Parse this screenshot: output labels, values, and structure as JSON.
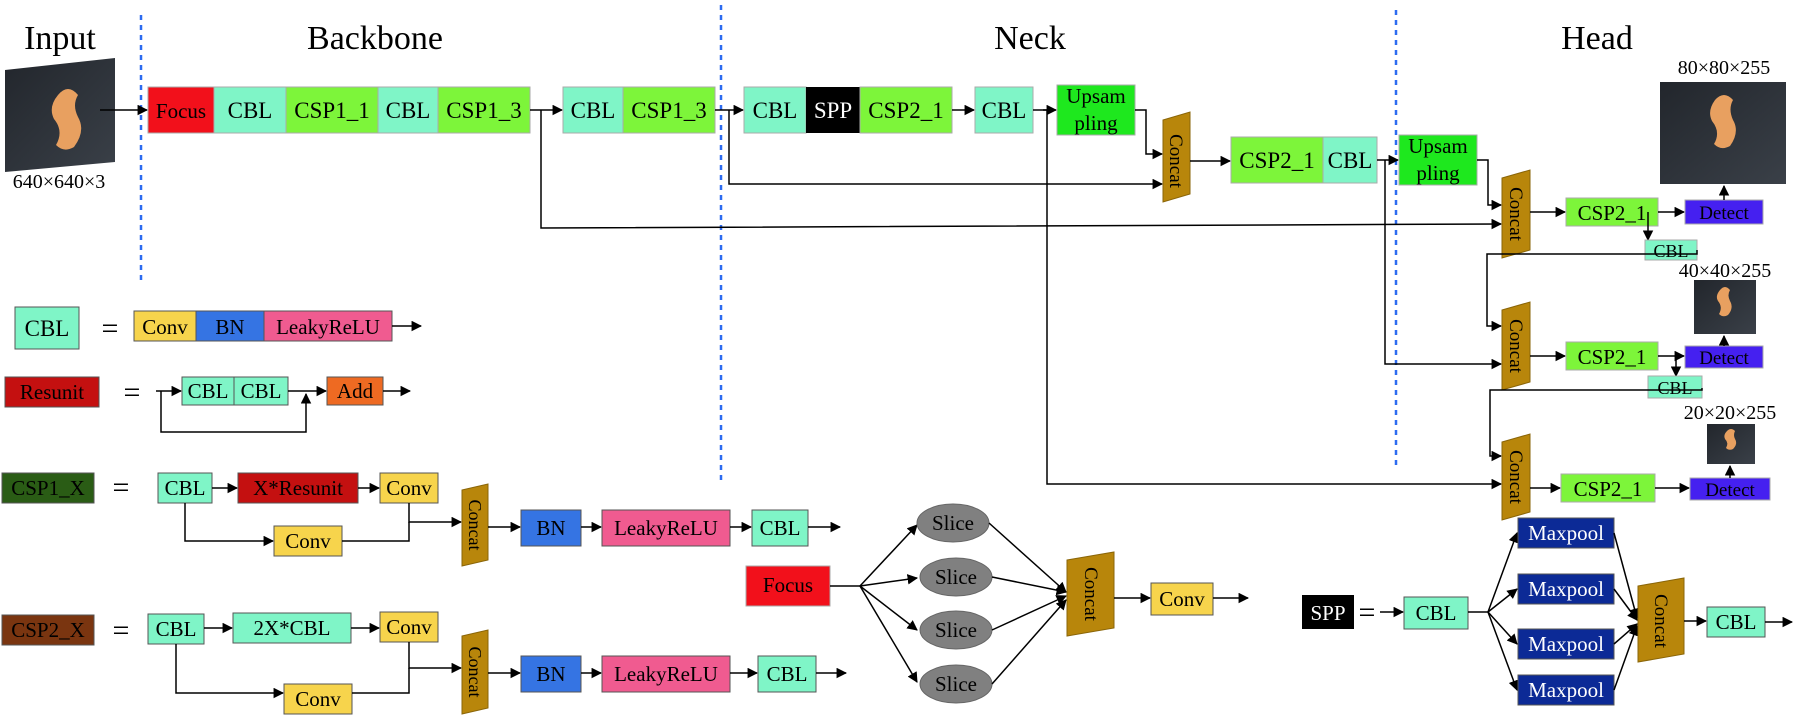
{
  "sections": {
    "input": "Input",
    "backbone": "Backbone",
    "neck": "Neck",
    "head": "Head"
  },
  "input_size": "640×640×3",
  "labels": {
    "focus": "Focus",
    "cbl": "CBL",
    "csp1_1": "CSP1_1",
    "csp1_3": "CSP1_3",
    "spp": "SPP",
    "csp2_1": "CSP2_1",
    "upsampling": [
      "Upsam",
      "pling"
    ],
    "concat": "Concat",
    "detect": "Detect",
    "conv": "Conv",
    "bn": "BN",
    "leakyrelu": "LeakyReLU",
    "resunit": "Resunit",
    "add": "Add",
    "csp1_x": "CSP1_X",
    "csp2_x": "CSP2_X",
    "x_resunit": "X*Resunit",
    "cbl_2x": "2X*CBL",
    "slice": "Slice",
    "maxpool": "Maxpool",
    "equals": "="
  },
  "outputs": {
    "large": "80×80×255",
    "medium": "40×40×255",
    "small": "20×20×255"
  },
  "colors": {
    "focus": "#f2101b",
    "cbl": "#7ff5c7",
    "csp": "#7df53a",
    "spp": "#000000",
    "upsample": "#1ee81e",
    "concat": "#b8860b",
    "detect": "#4520f0",
    "conv": "#f7d44c",
    "bn": "#3574e3",
    "leaky": "#f05b90",
    "resunit": "#c41010",
    "add": "#ee6a22",
    "csp1x": "#2a5c15",
    "csp2x": "#7a3510",
    "slice": "#808080",
    "maxpool": "#0c2a96",
    "divider": "#2d6bf0"
  }
}
